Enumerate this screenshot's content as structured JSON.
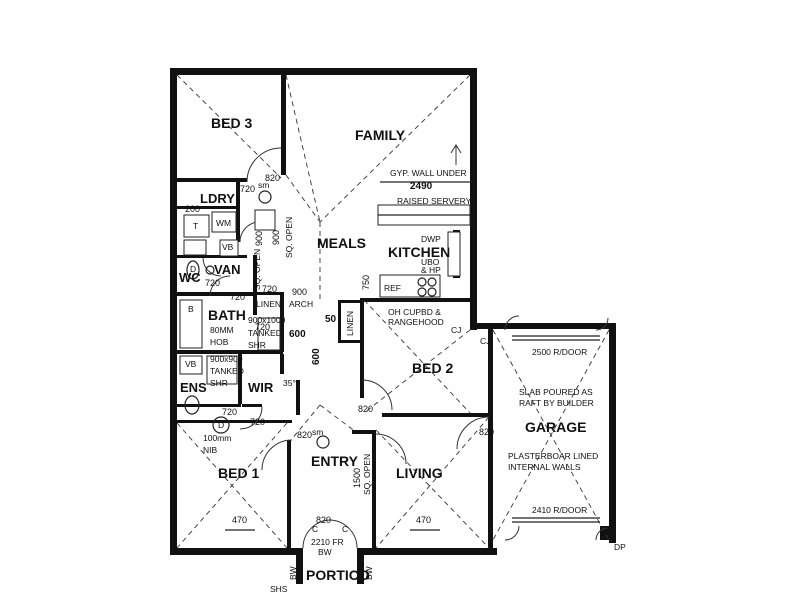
{
  "rooms": {
    "bed3": "BED 3",
    "family": "FAMILY",
    "ldry": "LDRY",
    "meals": "MEALS",
    "kitchen": "KITCHEN",
    "wc": "WC",
    "van": "VAN",
    "bath": "BATH",
    "bed2": "BED 2",
    "ens": "ENS",
    "wir": "WIR",
    "garage": "GARAGE",
    "bed1": "BED 1",
    "entry": "ENTRY",
    "living": "LIVING",
    "portico": "PORTICO"
  },
  "notes": {
    "gyp_wall": "GYP. WALL UNDER",
    "raised_servery": "RAISED SERVERY",
    "dwp": "DWP",
    "ubo_hp": "UBO",
    "hp": "& HP",
    "ref": "REF",
    "linen1": "LINEN",
    "linen2": "LINEN",
    "arch": "ARCH",
    "tanked_shr1_a": "900x1000",
    "tanked_shr1_b": "TANKED",
    "tanked_shr1_c": "SHR",
    "tanked_shr2_a": "900x900",
    "tanked_shr2_b": "TANKED",
    "tanked_shr2_c": "SHR",
    "hob_a": "80MM",
    "hob_b": "HOB",
    "oh_cupbd_a": "OH CUPBD &",
    "oh_cupbd_b": "RANGEHOOD",
    "rdoor_top": "2500 R/DOOR",
    "rdoor_bot": "2410 R/DOOR",
    "slab_a": "SLAB POURED AS",
    "slab_b": "RAFT BY BUILDER",
    "plaster_a": "PLASTERBOAR LINED",
    "plaster_b": "INTERNAL WALLS",
    "nib_a": "100mm",
    "nib_b": "NIB",
    "sq_open1": "SQ. OPEN",
    "sq_open2": "SQ. OPEN",
    "sq_open3": "SQ. OPEN",
    "fr_a": "2210 FR",
    "fr_b": "BW",
    "bw1": "BW",
    "bw2": "BW",
    "shs": "SHS",
    "dp": "DP",
    "cj1": "CJ",
    "cj2": "CJ",
    "sm1": "sm",
    "sm2": "sm",
    "wm": "WM",
    "vb1": "VB",
    "vb2": "VB",
    "t": "T",
    "b": "B",
    "d1": "D",
    "d2": "D",
    "c1": "C",
    "c2": "C",
    "deg": "35°"
  },
  "dims": {
    "d2490": "2490",
    "d820_bed3": "820",
    "d720_bed3": "720",
    "d200": "200",
    "d900_sq": "900",
    "d750": "750",
    "d900_arch": "900",
    "d720_wc": "720",
    "d720_van": "720",
    "d720_vert": "720",
    "d50": "50",
    "d600a": "600",
    "d600b": "600",
    "d820_bed2": "820",
    "d820_garage": "820",
    "d720_ens": "720",
    "d720_wir": "720",
    "d820_bed1": "820",
    "d1500": "1500",
    "d820_entry": "820",
    "d470a": "470",
    "d470b": "470",
    "d900_1000": "900",
    "d720_bath": "720"
  }
}
